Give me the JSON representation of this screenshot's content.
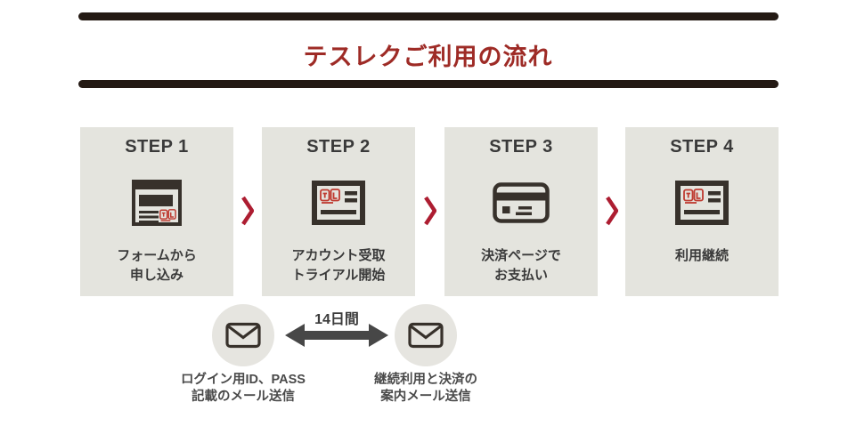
{
  "header": {
    "title": "テスレクご利用の流れ"
  },
  "steps": [
    {
      "label": "STEP 1",
      "caption": "フォームから\n申し込み",
      "icon": "form-window-icon"
    },
    {
      "label": "STEP 2",
      "caption": "アカウント受取\nトライアル開始",
      "icon": "account-screen-icon"
    },
    {
      "label": "STEP 3",
      "caption": "決済ページで\nお支払い",
      "icon": "credit-card-icon"
    },
    {
      "label": "STEP 4",
      "caption": "利用継続",
      "icon": "account-screen-icon"
    }
  ],
  "timeline": {
    "duration_label": "14日間",
    "mails": [
      {
        "caption": "ログイン用ID、PASS\n記載のメール送信",
        "icon": "envelope-icon"
      },
      {
        "caption": "継続利用と決済の\n案内メール送信",
        "icon": "envelope-icon"
      }
    ]
  },
  "colors": {
    "title_red": "#9e2b26",
    "rule_dark_brown": "#241a14",
    "chevron_red": "#ad1d31",
    "logo_red": "#bf3a30",
    "icon_dark": "#37312b",
    "box_background": "#e4e4de",
    "circle_background": "#e6e5e0",
    "arrow_gray": "#474747",
    "text_dark": "#3a3a3a"
  }
}
